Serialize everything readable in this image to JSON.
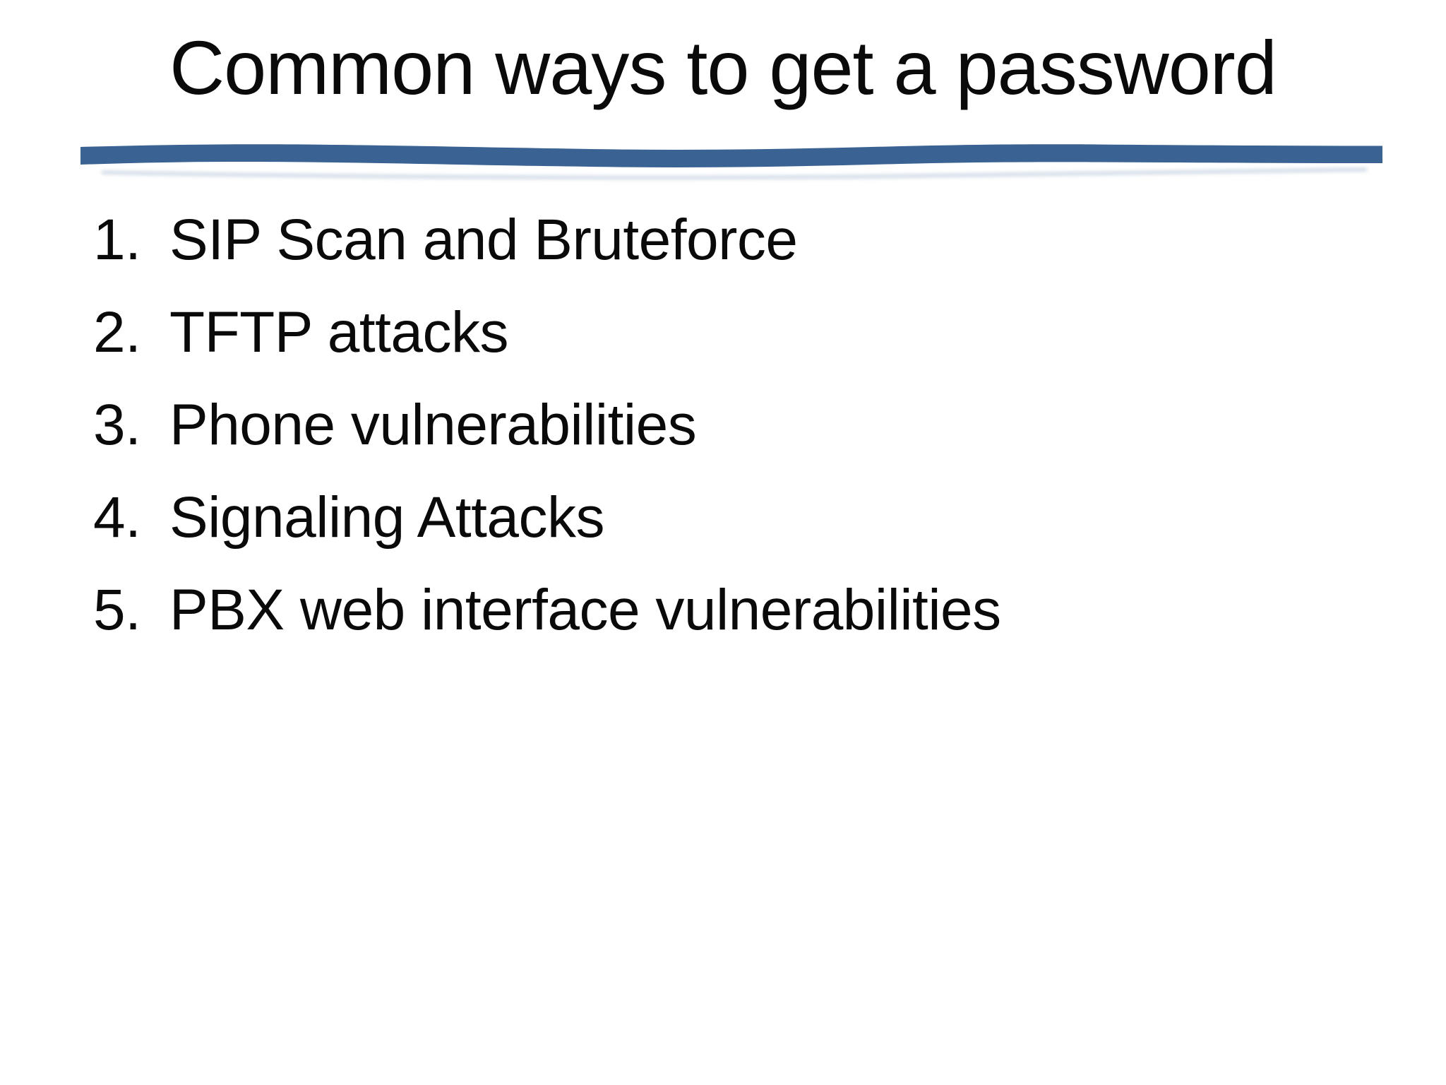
{
  "slide": {
    "title": "Common ways to get a password",
    "list_items": [
      {
        "number": "1.",
        "label": "SIP Scan and Bruteforce"
      },
      {
        "number": "2.",
        "label": "TFTP attacks"
      },
      {
        "number": "3.",
        "label": "Phone vulnerabilities"
      },
      {
        "number": "4.",
        "label": "Signaling Attacks"
      },
      {
        "number": "5.",
        "label": "PBX web interface vulnerabilities"
      }
    ],
    "colors": {
      "divider_blue": "#3A6394",
      "divider_shadow": "#9FB2CC",
      "background": "#FFFFFF",
      "text": "#0A0A0A"
    }
  }
}
